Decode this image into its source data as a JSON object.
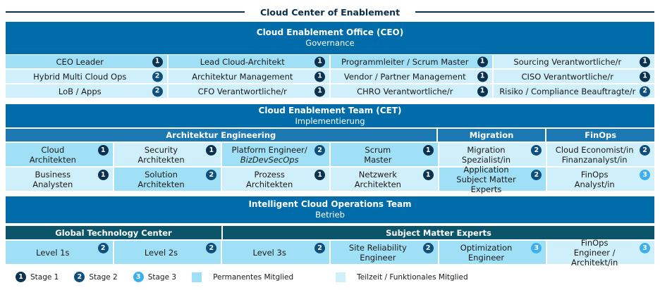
{
  "title": "Cloud Center of Enablement",
  "colors": {
    "header": "#006ca9",
    "subheader": "#1b78b2",
    "subheader_dark": "#0b5469",
    "permanent": "#9fe0f6",
    "parttime": "#cff0fb",
    "stage1": "#0b3350",
    "stage2": "#0e4f7d",
    "stage3": "#3cb0ee"
  },
  "ceo": {
    "title": "Cloud Enablement Office (CEO)",
    "subtitle": "Governance",
    "cells": [
      {
        "label": "CEO Leader",
        "stage": "1",
        "type": "P"
      },
      {
        "label": "Lead Cloud-Architekt",
        "stage": "1",
        "type": "P"
      },
      {
        "label": "Programmleiter / Scrum Master",
        "stage": "1",
        "type": "P"
      },
      {
        "label": "Sourcing Verantwortliche/r",
        "stage": "1",
        "type": "T"
      },
      {
        "label": "Hybrid Multi Cloud Ops",
        "stage": "2",
        "type": "T"
      },
      {
        "label": "Architektur Management",
        "stage": "1",
        "type": "T"
      },
      {
        "label": "Vendor / Partner Management",
        "stage": "1",
        "type": "T"
      },
      {
        "label": "CISO Verantwortliche/r",
        "stage": "1",
        "type": "T"
      },
      {
        "label": "LoB / Apps",
        "stage": "2",
        "type": "T"
      },
      {
        "label": "CFO Verantwortliche/r",
        "stage": "1",
        "type": "T"
      },
      {
        "label": "CHRO Verantwortliche/r",
        "stage": "1",
        "type": "T"
      },
      {
        "label": "Risiko / Compliance Beauftragte/r",
        "stage": "2",
        "type": "T"
      }
    ]
  },
  "cet": {
    "title": "Cloud Enablement Team (CET)",
    "subtitle": "Implementierung",
    "groups": [
      "Architektur Engineering",
      "Migration",
      "FinOps"
    ],
    "cells": [
      {
        "l1": "Cloud",
        "l2": "Architekten",
        "stage": "1",
        "type": "P"
      },
      {
        "l1": "Security",
        "l2": "Architekten",
        "stage": "1",
        "type": "T"
      },
      {
        "l1": "Platform Engineer/",
        "l2": "BizDevSecOps",
        "stage": "2",
        "type": "P",
        "italic": true
      },
      {
        "l1": "Scrum",
        "l2": "Master",
        "stage": "1",
        "type": "P"
      },
      {
        "l1": "Migration",
        "l2": "Spezialist/in",
        "stage": "2",
        "type": "T"
      },
      {
        "l1": "Cloud Economist/in",
        "l2": "Finanzanalyst/in",
        "stage": "2",
        "type": "T"
      },
      {
        "l1": "Business",
        "l2": "Analysten",
        "stage": "1",
        "type": "T"
      },
      {
        "l1": "Solution",
        "l2": "Architekten",
        "stage": "2",
        "type": "P"
      },
      {
        "l1": "Prozess",
        "l2": "Architekten",
        "stage": "1",
        "type": "T"
      },
      {
        "l1": "Netzwerk",
        "l2": "Architekten",
        "stage": "1",
        "type": "T"
      },
      {
        "l1": "Application",
        "l2": "Subject Matter Experts",
        "stage": "2",
        "type": "P"
      },
      {
        "l1": "FinOps",
        "l2": "Analyst/in",
        "stage": "3",
        "type": "T"
      }
    ]
  },
  "icot": {
    "title": "Intelligent Cloud Operations Team",
    "subtitle": "Betrieb",
    "groups": [
      "Global Technology Center",
      "Subject Matter Experts"
    ],
    "cells": [
      {
        "l1": "Level 1s",
        "l2": "",
        "stage": "2",
        "type": "P"
      },
      {
        "l1": "Level 2s",
        "l2": "",
        "stage": "2",
        "type": "P"
      },
      {
        "l1": "Level 3s",
        "l2": "",
        "stage": "2",
        "type": "P"
      },
      {
        "l1": "Site Reliability",
        "l2": "Engineer",
        "stage": "2",
        "type": "P"
      },
      {
        "l1": "Optimization",
        "l2": "Engineer",
        "stage": "3",
        "type": "P"
      },
      {
        "l1": "FinOps",
        "l2": "Engineer / Architekt/in",
        "stage": "3",
        "type": "T"
      }
    ]
  },
  "legend": {
    "stage1": "Stage 1",
    "stage2": "Stage 2",
    "stage3": "Stage 3",
    "permanent": "Permanentes Mitglied",
    "parttime": "Teilzeit / Funktionales Mitglied",
    "n1": "1",
    "n2": "2",
    "n3": "3"
  }
}
